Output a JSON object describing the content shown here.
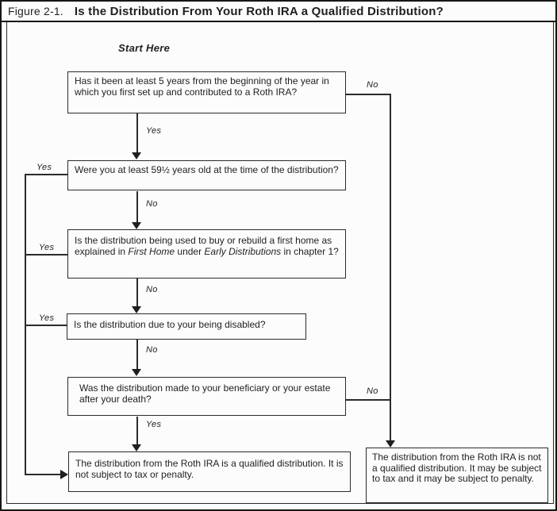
{
  "figure": {
    "label": "Figure 2-1.",
    "title": "Is the Distribution From Your Roth IRA a Qualified Distribution?"
  },
  "start_label": "Start Here",
  "labels": {
    "yes": "Yes",
    "no": "No"
  },
  "flow": {
    "q1": "Has it been at least 5 years from the beginning of the year in which you first set up and contributed to a Roth IRA?",
    "q2": "Were you at least 59½ years old at the time of the distribution?",
    "q3": {
      "p1": "Is the distribution being used to buy or rebuild a first home as explained in ",
      "p2": "First Home",
      "p3": " under ",
      "p4": "Early Distributions",
      "p5": " in chapter 1?"
    },
    "q4": "Is the distribution due to your being disabled?",
    "q5": "Was the distribution made to your beneficiary or your estate after your death?",
    "result_qualified": "The distribution from the Roth IRA is a qualified distribution. It is not subject to tax or penalty.",
    "result_not_qualified": "The distribution from the Roth IRA is not a qualified distribution. It may be subject to tax and it may be subject to penalty."
  },
  "colors": {
    "ink": "#1f1f1f",
    "line": "#2b2b2b",
    "background": "#fcfcfc"
  }
}
